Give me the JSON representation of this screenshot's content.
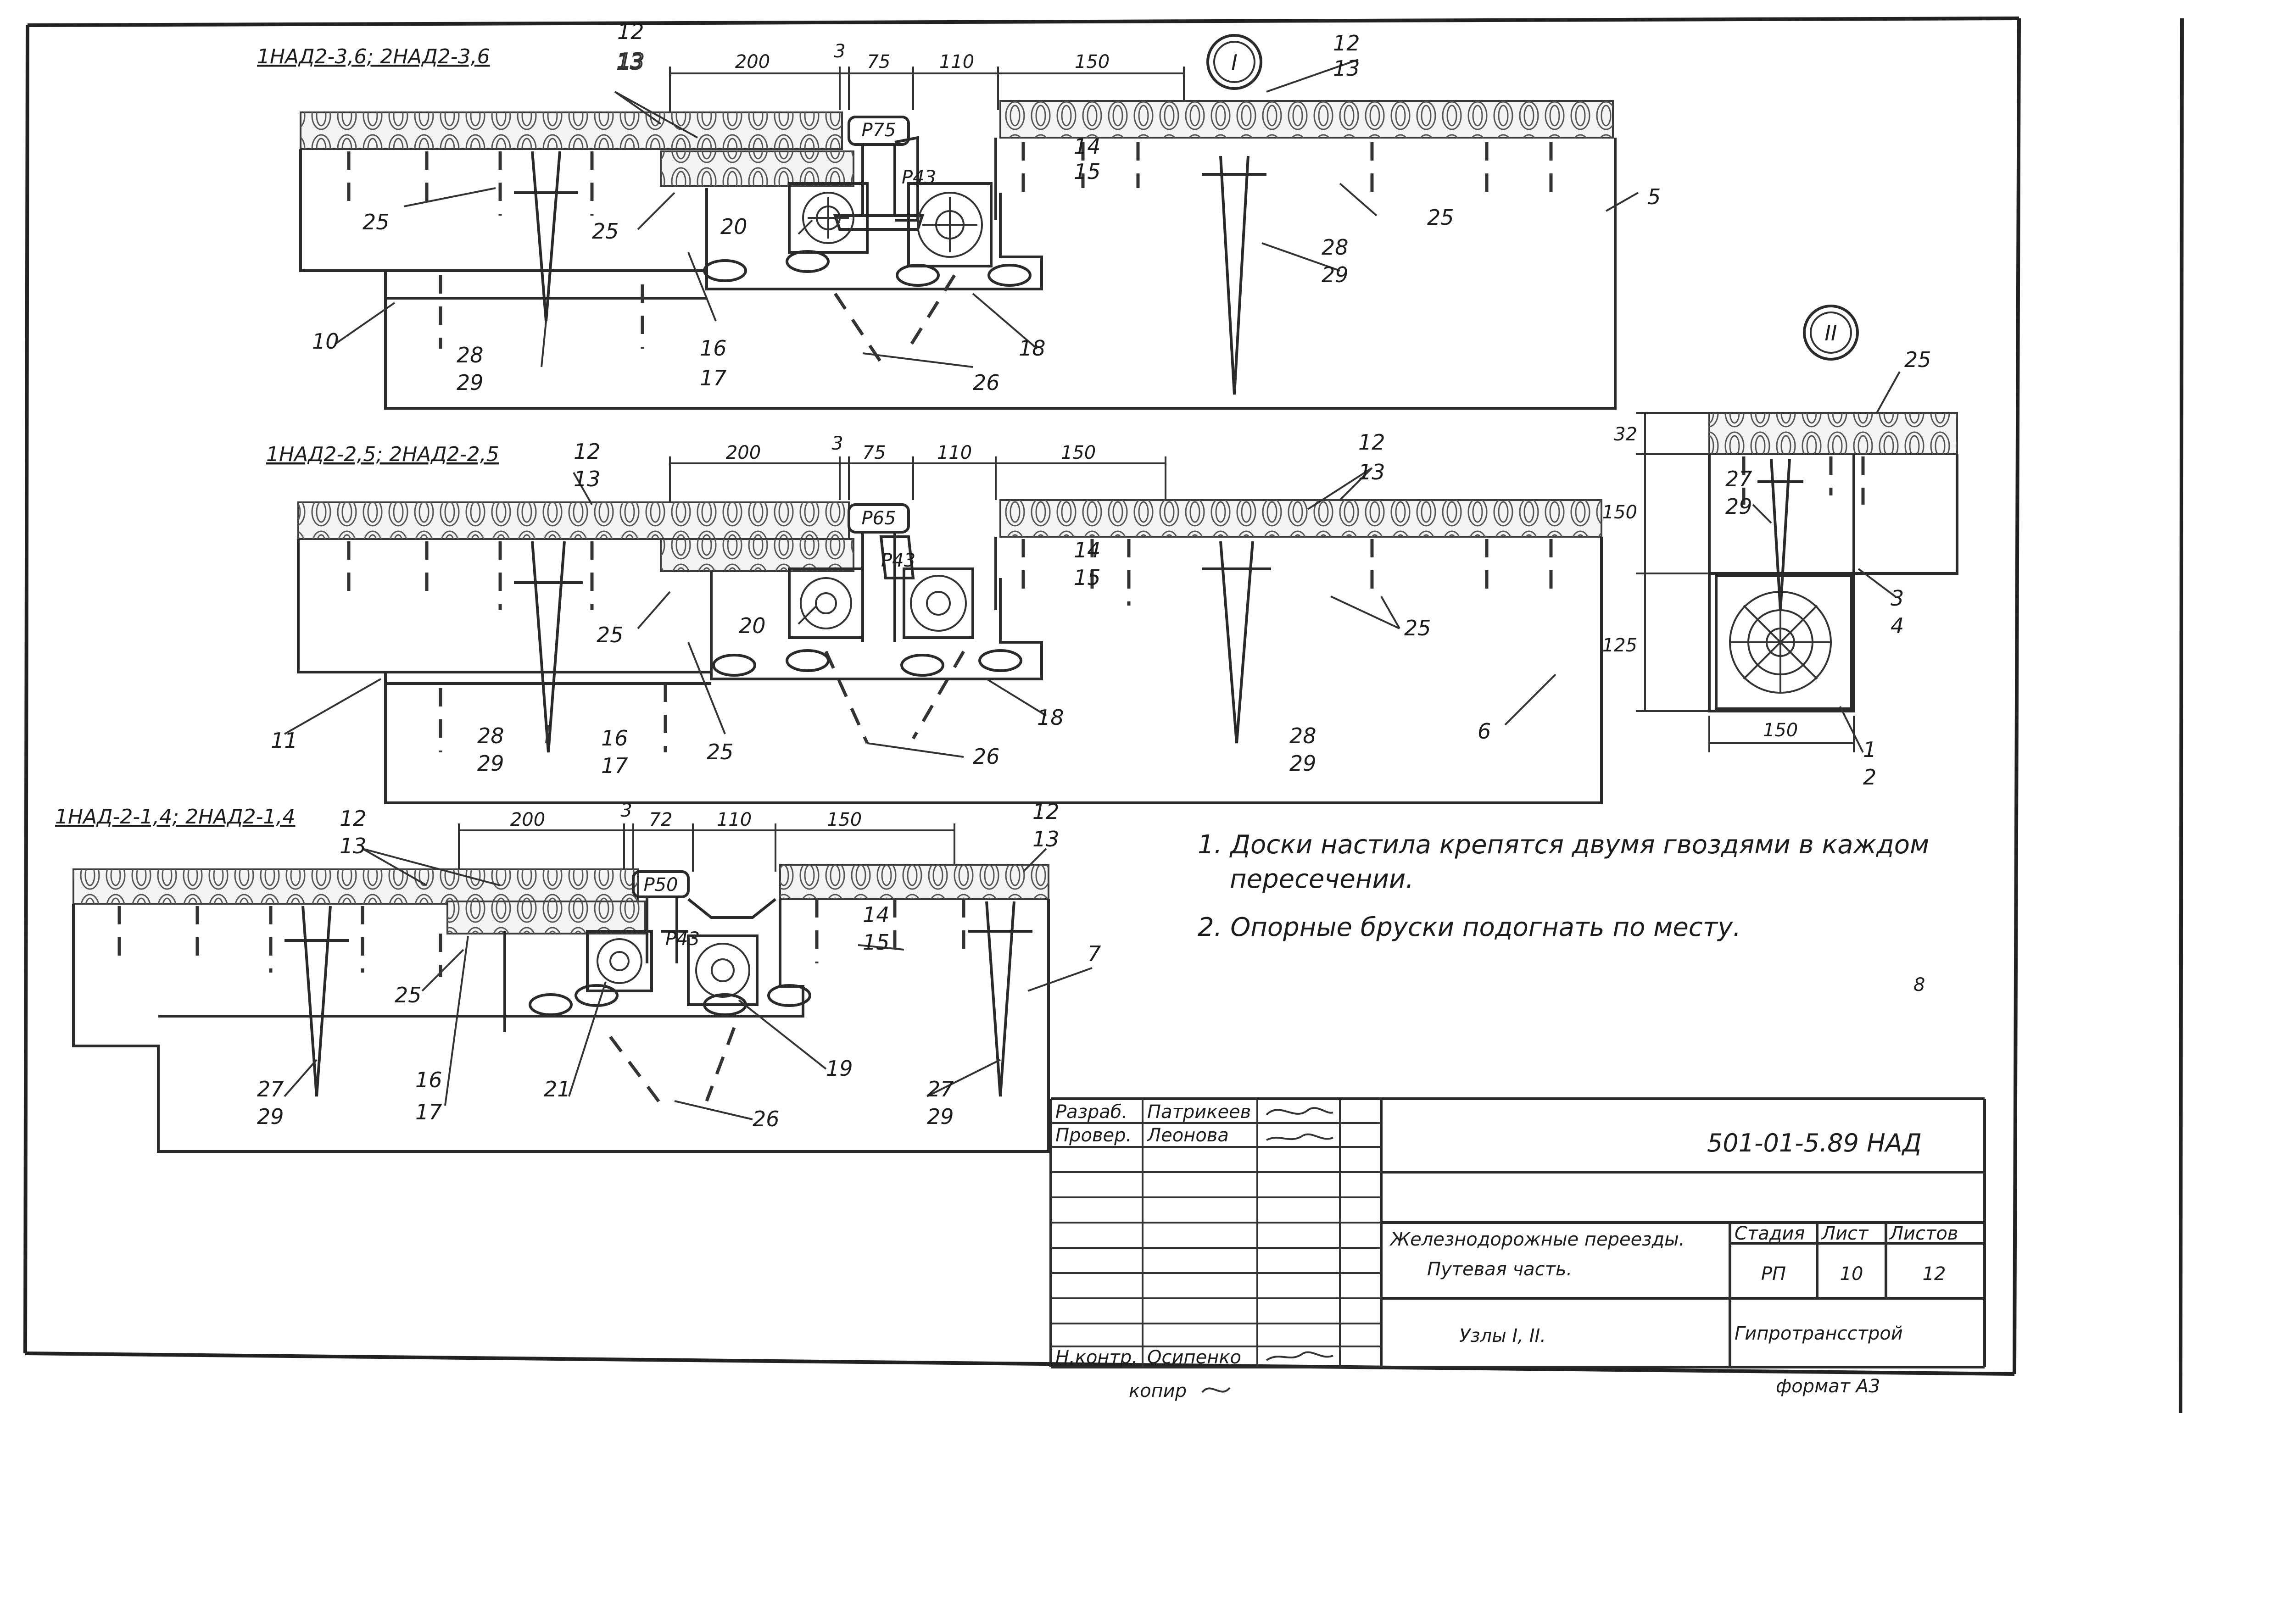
{
  "detail_marks": {
    "node_1": "I",
    "node_2": "II"
  },
  "section_1": {
    "header": "1НАД2-3,6; 2НАД2-3,6",
    "dims": [
      "200",
      "3",
      "75",
      "110",
      "150"
    ],
    "rail_a": "Р75",
    "rail_b": "Р43",
    "labels": {
      "l12a": "12",
      "l13a": "13",
      "l12b": "12",
      "l13b": "13",
      "l14": "14",
      "l15": "15",
      "l25a": "25",
      "l25b": "25",
      "l25c": "25",
      "l20": "20",
      "l5": "5",
      "l28a": "28",
      "l29a": "29",
      "l28b": "28",
      "l29b": "29",
      "l10": "10",
      "l16": "16",
      "l17": "17",
      "l18": "18",
      "l26": "26"
    }
  },
  "section_2": {
    "header": "1НАД2-2,5; 2НАД2-2,5",
    "dims": [
      "200",
      "3",
      "75",
      "110",
      "150"
    ],
    "rail_a": "Р65",
    "rail_b": "Р43",
    "labels": {
      "l12a": "12",
      "l13a": "13",
      "l12b": "12",
      "l13b": "13",
      "l14": "14",
      "l15": "15",
      "l25a": "25",
      "l25b": "25",
      "l25c": "25",
      "l20": "20",
      "l6": "6",
      "l28a": "28",
      "l29a": "29",
      "l28b": "28",
      "l29b": "29",
      "l11": "11",
      "l16": "16",
      "l17": "17",
      "l18": "18",
      "l26": "26"
    }
  },
  "section_3": {
    "header": "1НАД-2-1,4; 2НАД2-1,4",
    "dims": [
      "200",
      "3",
      "72",
      "110",
      "150"
    ],
    "rail_a": "Р50",
    "rail_b": "Р43",
    "labels": {
      "l12a": "12",
      "l13a": "13",
      "l12b": "12",
      "l13b": "13",
      "l14": "14",
      "l15": "15",
      "l25": "25",
      "l7": "7",
      "l27a": "27",
      "l29a": "29",
      "l27b": "27",
      "l29b": "29",
      "l16": "16",
      "l17": "17",
      "l21": "21",
      "l19": "19",
      "l26": "26"
    }
  },
  "node_detail": {
    "l25": "25",
    "l27": "27",
    "l29": "29",
    "l3": "3",
    "l4": "4",
    "l1": "1",
    "l2": "2",
    "dims": {
      "d32": "32",
      "d150v": "150",
      "d125": "125",
      "d150h": "150"
    }
  },
  "notes": [
    "1.  Доски настила крепятся  двумя гвоздями в каждом",
    "пересечении.",
    "2.  Опорные бруски подогнать по месту."
  ],
  "stray_mark": "8",
  "title_block": {
    "doc_code": "501-01-5.89 НАД",
    "rows": [
      {
        "role": "Разраб.",
        "name": "Патрикеев"
      },
      {
        "role": "Провер.",
        "name": "Леонова"
      },
      {
        "role": "Н.контр.",
        "name": "Осипенко"
      }
    ],
    "title_line1": "Железнодорожные переезды.",
    "title_line2": "Путевая  часть.",
    "sheet_title": "Узлы I, II.",
    "stage_header": "Стадия",
    "sheet_header": "Лист",
    "sheets_header": "Листов",
    "stage": "РП",
    "sheet": "10",
    "sheets": "12",
    "org": "Гипротрансстрой"
  },
  "footer": {
    "copied": "копир",
    "format": "формат А3"
  }
}
